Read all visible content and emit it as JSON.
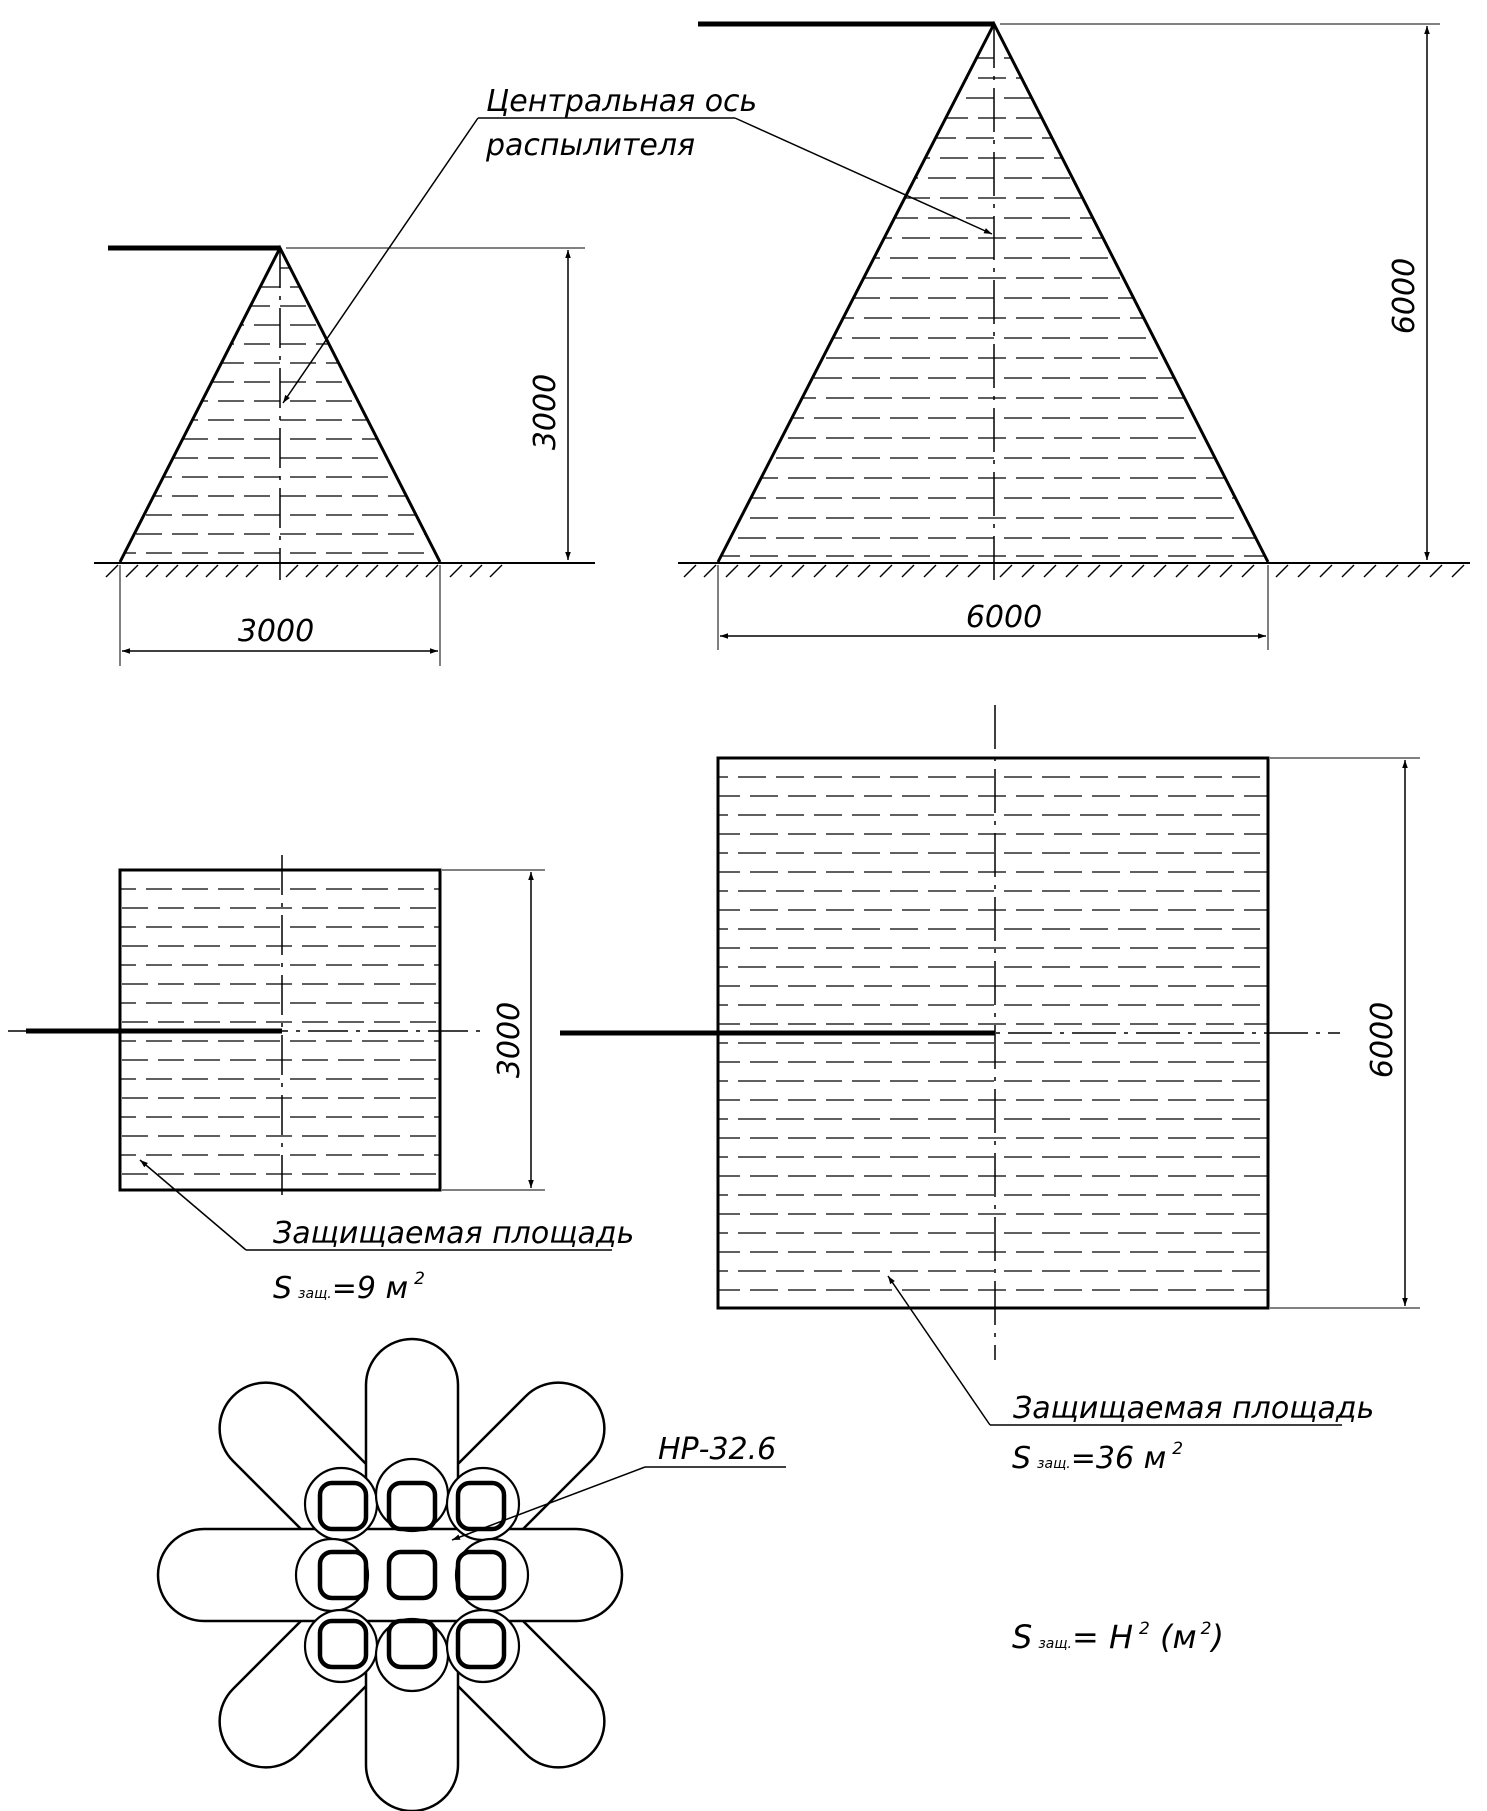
{
  "labels": {
    "axis_note_line1": "Центральная ось",
    "axis_note_line2": "распылителя",
    "protected_area": "Защищаемая площадь",
    "s_symbol": "S",
    "s_sub": "защ.",
    "area_small_value": "=9 м",
    "area_large_value": "=36 м",
    "squared": "2",
    "nozzle_model": "НР-32.6",
    "formula_mid": "= H",
    "formula_unit": " (м",
    "formula_close": ")"
  },
  "dimensions": {
    "small_height": "3000",
    "small_width": "3000",
    "large_height": "6000",
    "large_width": "6000",
    "small_plan_side": "3000",
    "large_plan_side": "6000"
  },
  "colors": {
    "line": "#000000",
    "background": "#ffffff"
  }
}
